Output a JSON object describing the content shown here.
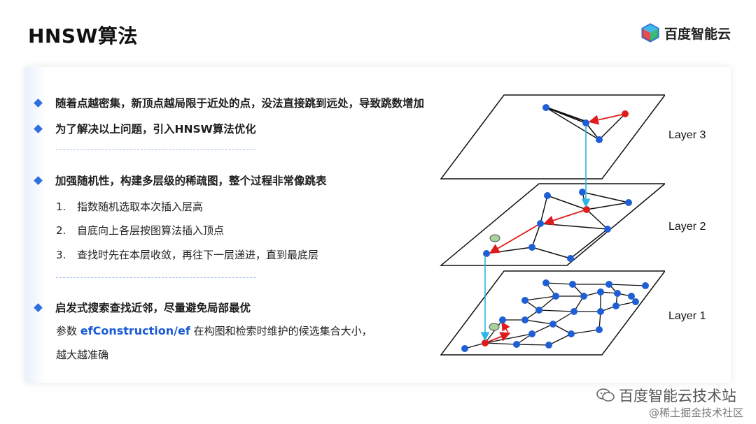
{
  "slide": {
    "title": "HNSW算法",
    "brand_name": "百度智能云",
    "colors": {
      "accent": "#2f6fe0",
      "highlight": "#1a5bd6",
      "node_blue": "#1f5fd6",
      "node_red": "#e01b1b",
      "node_green": "#a9d39c",
      "arrow_cyan": "#2bb6e3"
    }
  },
  "bullets": [
    "随着点越密集，新顶点越局限于近处的点，没法直接跳到远处，导致跳数增加",
    "为了解决以上问题，引入HNSW算法优化",
    "加强随机性，构建多层级的稀疏图，整个过程非常像跳表",
    "启发式搜索查找近邻，尽量避免局部最优"
  ],
  "steps": [
    {
      "num": "1.",
      "text": "指数随机选取本次插入层高"
    },
    {
      "num": "2.",
      "text": "自底向上各层按图算法插入顶点"
    },
    {
      "num": "3.",
      "text": "查找时先在本层收敛，再往下一层递进，直到最底层"
    }
  ],
  "param_text": {
    "prefix": "参数 ",
    "highlight": "efConstruction/ef",
    "suffix": " 在构图和检索时维护的候选集合大小，",
    "line2": "越大越准确"
  },
  "diagram": {
    "layers": [
      "Layer 3",
      "Layer 2",
      "Layer 1"
    ]
  },
  "watermark": {
    "line1": "百度智能云技术站",
    "line2": "@稀土掘金技术社区"
  }
}
